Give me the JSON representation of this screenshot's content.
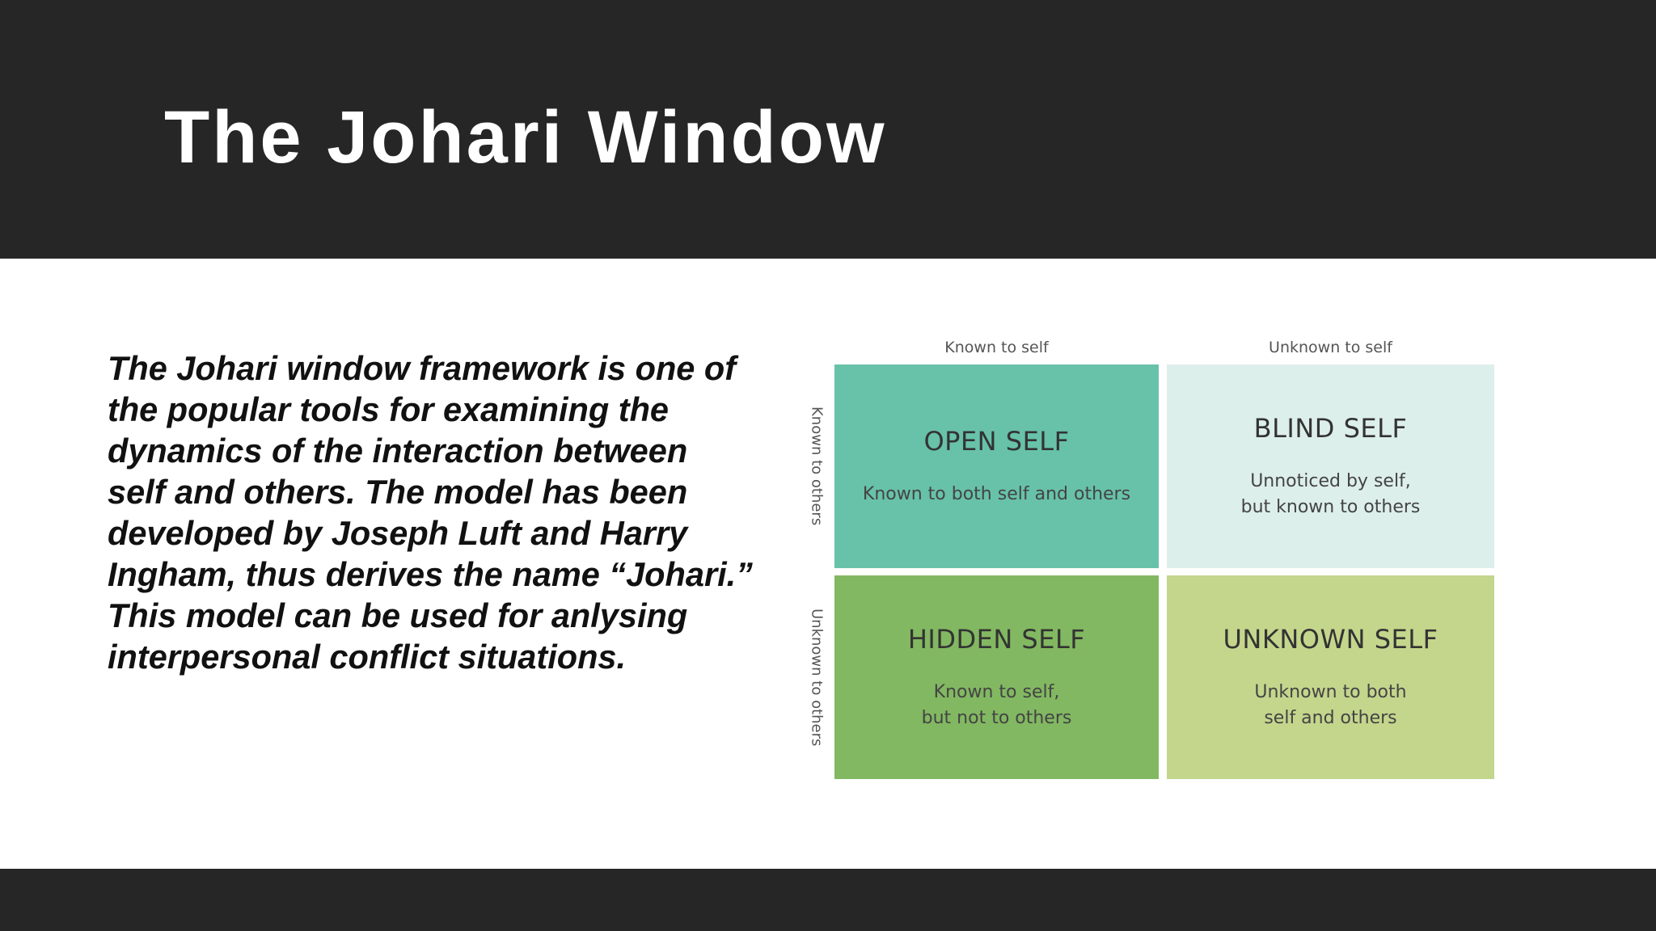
{
  "slide": {
    "title": "The Johari Window",
    "body": "The Johari window framework is one of the popular tools for examining the dynamics of the interaction between self and others. The model has been developed by Joseph Luft and Harry Ingham, thus derives the name “Johari.” This model can be used for anlysing interpersonal conflict situations."
  },
  "colors": {
    "band": "#262626",
    "open_self": "#67c2a9",
    "blind_self": "#ddefea",
    "hidden_self": "#82b861",
    "unknown_self": "#c4d68c"
  },
  "johari": {
    "col_known": "Known to self",
    "col_unknown": "Unknown to self",
    "row_known": "Known to others",
    "row_unknown": "Unknown to others",
    "open": {
      "title": "OPEN SELF",
      "desc": "Known to both self and others"
    },
    "blind": {
      "title": "BLIND SELF",
      "desc": "Unnoticed by self,\nbut known to others"
    },
    "hidden": {
      "title": "HIDDEN SELF",
      "desc": "Known to self,\nbut not to others"
    },
    "unknown": {
      "title": "UNKNOWN SELF",
      "desc": "Unknown to both\nself and others"
    }
  }
}
